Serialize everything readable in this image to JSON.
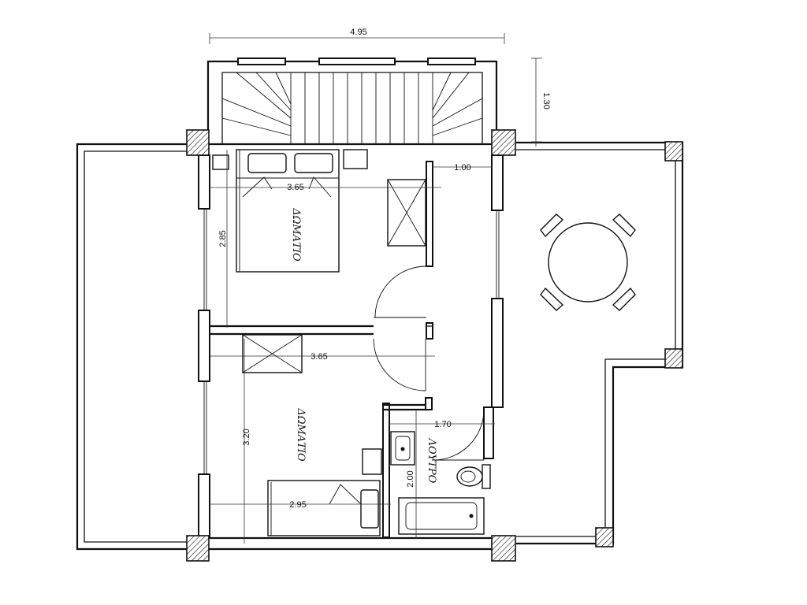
{
  "plan": {
    "rooms": {
      "bedroom_top": "ΔΩΜΑΤΙΟ",
      "bedroom_bottom": "ΔΩΜΑΤΙΟ",
      "bathroom": "ΛΟΥΤΡΟ"
    },
    "dimensions": {
      "overall_width": "4.95",
      "stair_depth": "1.30",
      "bedroom_top_width": "3.65",
      "bedroom_top_depth": "2.85",
      "corridor_width": "1.00",
      "bedroom_bottom_width": "3.65",
      "bedroom_bottom_depth": "3.20",
      "bed_width": "2.95",
      "bath_width": "1.70",
      "bath_depth": "2.00"
    }
  }
}
